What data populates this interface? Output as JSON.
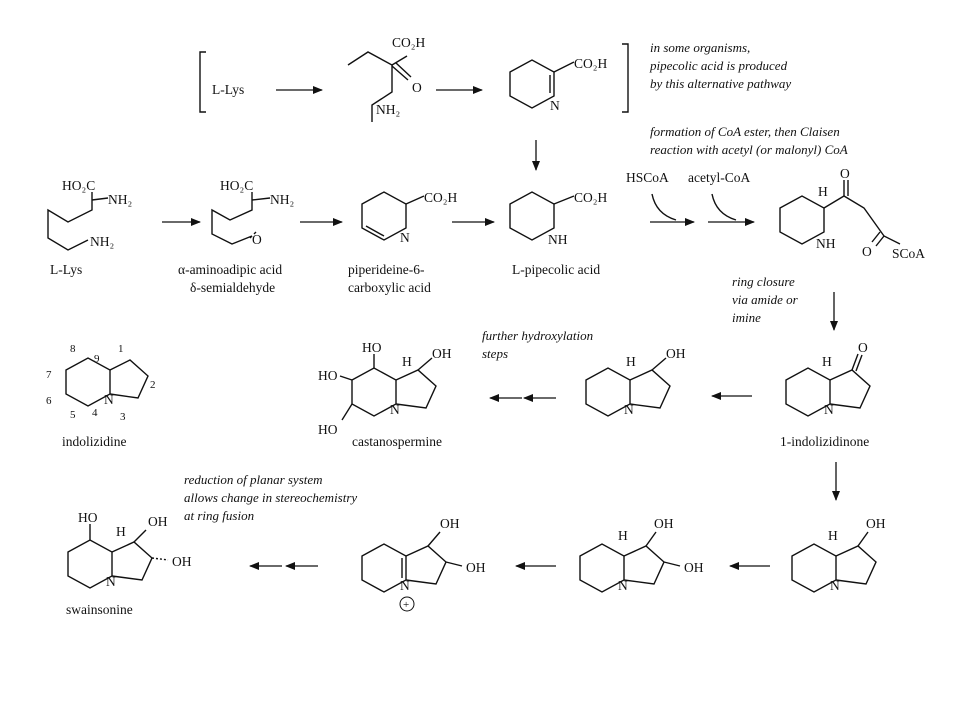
{
  "top_alt": {
    "lys": "L-Lys",
    "note": [
      "in some organisms,",
      "pipecolic acid is produced",
      "by this alternative pathway"
    ]
  },
  "atoms": {
    "co2h": "CO₂H",
    "ho2c": "HO₂C",
    "nh2": "NH₂",
    "nh": "NH",
    "n": "N",
    "o": "O",
    "h": "H",
    "oh": "OH",
    "ho": "HO",
    "hscoa": "HSCoA",
    "acetylcoa": "acetyl-CoA",
    "scoa": "SCoA",
    "plus": "+"
  },
  "labels": {
    "l_lys": "L-Lys",
    "aminoadipic": [
      "α-aminoadipic acid",
      "δ-semialdehyde"
    ],
    "piperideine": [
      "piperideine-6-",
      "carboxylic acid"
    ],
    "pipecolic": "L-pipecolic acid",
    "indolizidine": "indolizidine",
    "castanospermine": "castanospermine",
    "indolizidinone": "1-indolizidinone",
    "swainsonine": "swainsonine"
  },
  "notes": {
    "coa": [
      "formation of CoA ester, then Claisen",
      "reaction with acetyl (or malonyl) CoA"
    ],
    "ring_closure": [
      "ring closure",
      "via amide or",
      "imine"
    ],
    "hydroxylation": [
      "further hydroxylation",
      "steps"
    ],
    "reduction": [
      "reduction of planar system",
      "allows change in stereochemistry",
      "at ring fusion"
    ]
  },
  "numbering": [
    "1",
    "2",
    "3",
    "4",
    "5",
    "6",
    "7",
    "8",
    "9"
  ]
}
